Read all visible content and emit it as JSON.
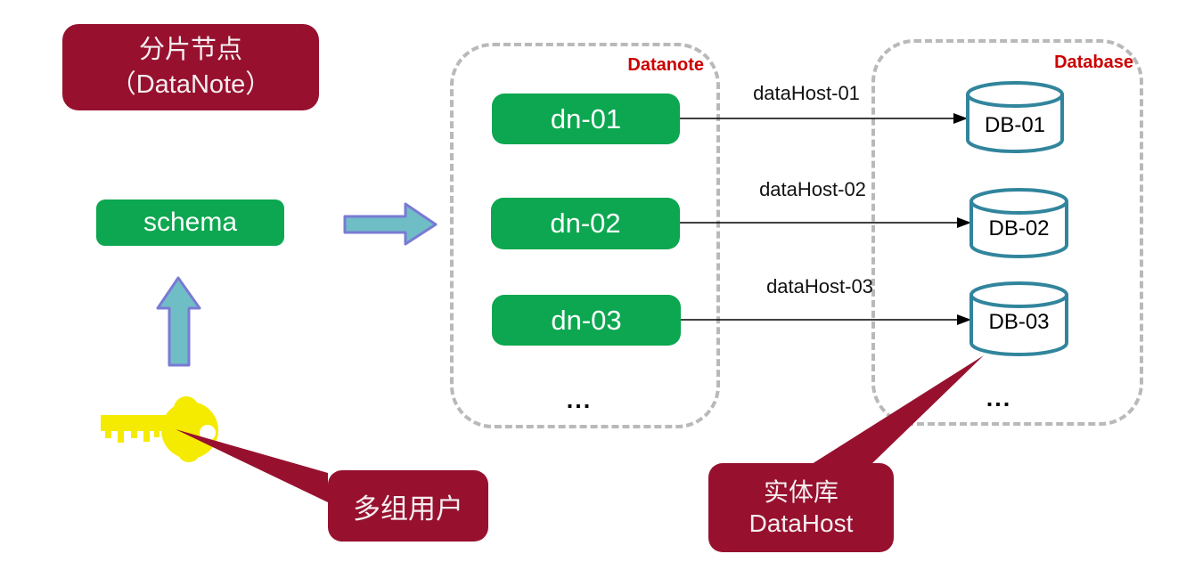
{
  "diagram": {
    "colors": {
      "dark_red": "#97112F",
      "group_label_red": "#CC0000",
      "node_green": "#0CA750",
      "cylinder_teal": "#31859C",
      "block_arrow_fill": "#6FBEC6",
      "block_arrow_border": "#7A7AD4",
      "key_yellow": "#F5EB00",
      "dashed_border_gray": "#B9B9B9",
      "connector_black": "#000000"
    },
    "title_box": {
      "line1": "分片节点",
      "line2": "（DataNote）"
    },
    "schema_box": {
      "label": "schema"
    },
    "users_callout": {
      "label": "多组用户"
    },
    "datanote_group": {
      "label": "Datanote",
      "nodes": [
        {
          "label": "dn-01"
        },
        {
          "label": "dn-02"
        },
        {
          "label": "dn-03"
        }
      ],
      "ellipsis": "..."
    },
    "database_group": {
      "label": "Database",
      "cylinders": [
        {
          "label": "DB-01"
        },
        {
          "label": "DB-02"
        },
        {
          "label": "DB-03"
        }
      ],
      "ellipsis": "..."
    },
    "connections": [
      {
        "label": "dataHost-01"
      },
      {
        "label": "dataHost-02"
      },
      {
        "label": "dataHost-03"
      }
    ],
    "datahost_callout": {
      "line1": "实体库",
      "line2": "DataHost"
    },
    "icons": {
      "key": "key-icon"
    }
  }
}
